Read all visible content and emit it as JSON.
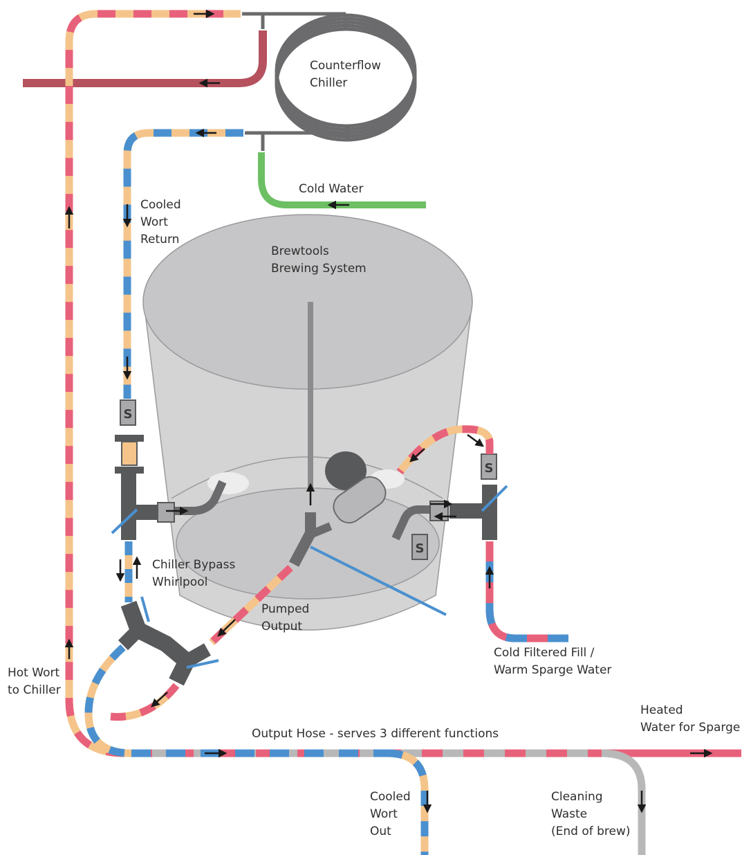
{
  "labels": {
    "counterflow_chiller": [
      "Counterflow",
      "Chiller"
    ],
    "cold_water": "Cold Water",
    "cooled_wort_return": [
      "Cooled",
      "Wort",
      "Return"
    ],
    "brewtools_system": [
      "Brewtools",
      "Brewing System"
    ],
    "chiller_bypass": [
      "Chiller Bypass",
      "Whirlpool"
    ],
    "pumped_output": [
      "Pumped",
      "Output"
    ],
    "cold_filtered_fill": [
      "Cold Filtered Fill /",
      "Warm Sparge Water"
    ],
    "hot_wort": [
      "Hot Wort",
      "to Chiller"
    ],
    "output_hose": "Output Hose - serves 3 different functions",
    "heated_water": [
      "Heated",
      "Water for Sparge"
    ],
    "cooled_wort_out": [
      "Cooled",
      "Wort",
      "Out"
    ],
    "cleaning_waste": [
      "Cleaning",
      "Waste",
      "(End of brew)"
    ],
    "valve_letter": "S"
  },
  "colors": {
    "hot_pink": "#e8617a",
    "peach": "#f5c48a",
    "blue": "#4a90cf",
    "gray_hose": "#b8b8b8",
    "dark_red": "#b5525e",
    "green": "#6cbf63",
    "pipe_gray": "#6b6b6d",
    "fitting_gray": "#58595b",
    "tank_fill": "#c9c9cb",
    "arrow": "#1a1a1a"
  }
}
